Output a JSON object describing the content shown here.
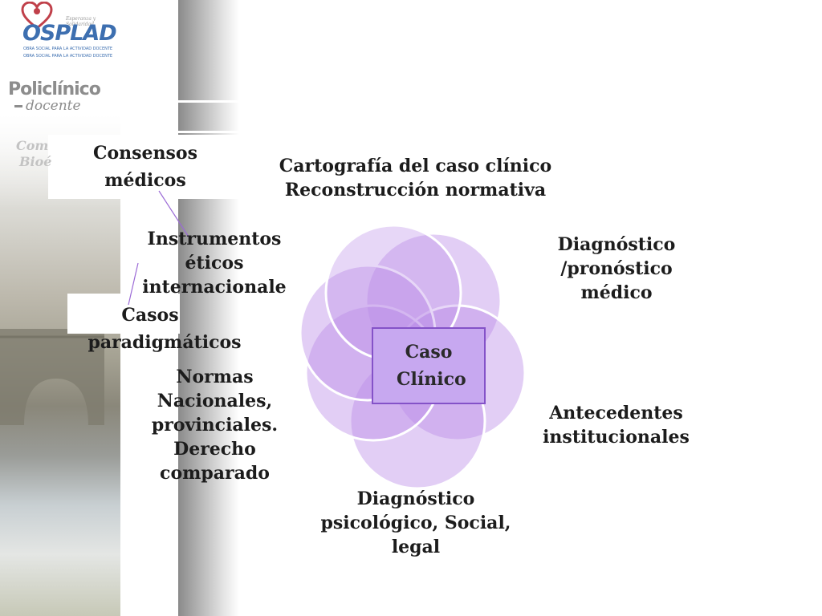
{
  "logo": {
    "tagline": "Esperanza y Solidaridad",
    "name": "OSPLAD",
    "line1": "OBRA SOCIAL PARA LA ACTIVIDAD DOCENTE",
    "line2": "OBRA SOCIAL PARA LA ACTIVIDAD DOCENTE"
  },
  "sidebar": {
    "policlinico": "Policlínico",
    "docente": "docente",
    "partial1": "Com",
    "partial2": "Bioé"
  },
  "diagram": {
    "center": "Caso Clínico",
    "top": [
      "Cartografía del caso clínico",
      "Reconstrucción normativa"
    ],
    "right_top": [
      "Diagnóstico",
      "/pronóstico",
      "médico"
    ],
    "right_bottom": [
      "Antecedentes",
      "institucionales"
    ],
    "bottom": [
      "Diagnóstico",
      "psicológico, Social,",
      "legal"
    ],
    "consensos": [
      "Consensos",
      "médicos"
    ],
    "instrumentos": [
      "Instrumentos",
      "éticos",
      "internacionale"
    ],
    "casos": [
      "Casos",
      "paradigmáticos"
    ],
    "normas": [
      "Normas",
      "Nacionales,",
      "provinciales.",
      "Derecho",
      "comparado"
    ],
    "colors": {
      "petal_fill": "#b98be8",
      "petal_stroke": "#ffffff",
      "center_fill": "#c7a8f0",
      "center_border": "#8452c8",
      "connector_line": "#9b6ad6"
    }
  }
}
